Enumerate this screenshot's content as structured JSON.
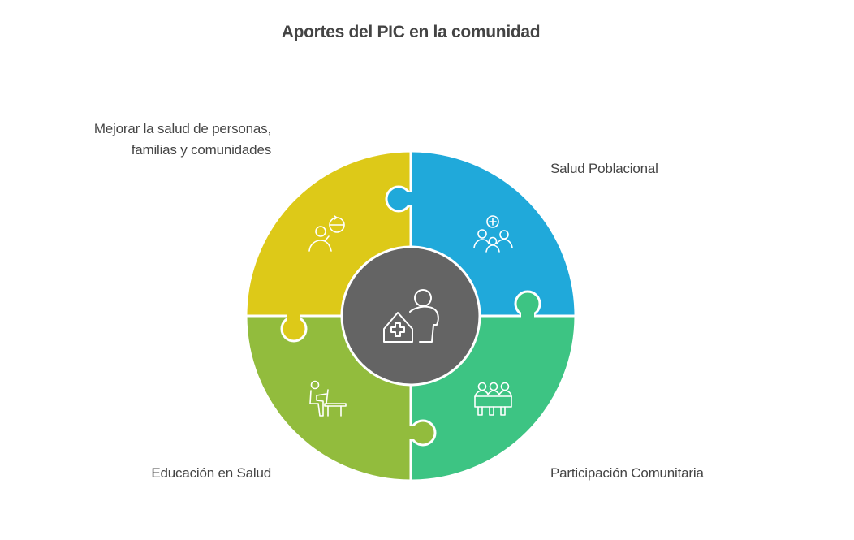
{
  "title": "Aportes del PIC en la comunidad",
  "center": {
    "icon": "health-house-person-icon"
  },
  "pieces": [
    {
      "label_lines": [
        "Mejorar la salud de personas,",
        "familias y comunidades"
      ],
      "color": "#DDC918",
      "icon": "person-refresh-icon"
    },
    {
      "label": "Salud Poblacional",
      "color": "#20A9DA",
      "icon": "group-health-icon"
    },
    {
      "label": "Participación Comunitaria",
      "color": "#3DC483",
      "icon": "community-meeting-icon"
    },
    {
      "label": "Educación en Salud",
      "color": "#92BC3D",
      "icon": "student-desk-icon"
    }
  ],
  "center_color": "#646464"
}
